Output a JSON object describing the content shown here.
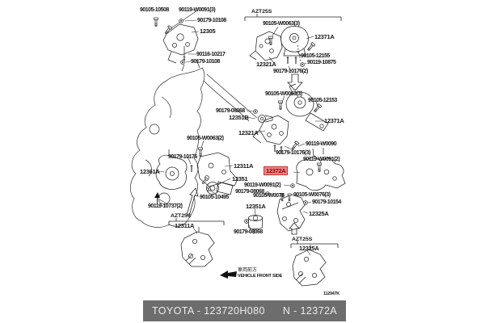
{
  "diagram": {
    "drawing_code": "112947K",
    "front_marker": {
      "jp": "車両前方",
      "en": "VEHICLE FRONT SIDE"
    },
    "highlight": {
      "text": "12372A",
      "bg": "#ef8585",
      "text_color": "#8e0000"
    },
    "labels": [
      {
        "text": "90105-10508",
        "kind": "fastener"
      },
      {
        "text": "90119-W0091(3)",
        "kind": "fastener"
      },
      {
        "text": "90179-10108",
        "kind": "fastener"
      },
      {
        "text": "12305",
        "kind": "part"
      },
      {
        "text": "90116-10217",
        "kind": "fastener"
      },
      {
        "text": "90179-10108",
        "kind": "fastener"
      },
      {
        "text": "AZT25S",
        "kind": "model-group"
      },
      {
        "text": "90105-W0063(3)",
        "kind": "fastener"
      },
      {
        "text": "12371A",
        "kind": "part"
      },
      {
        "text": "90105-12155",
        "kind": "fastener"
      },
      {
        "text": "90119-10875",
        "kind": "fastener"
      },
      {
        "text": "12321A",
        "kind": "part"
      },
      {
        "text": "90179-10176(2)",
        "kind": "fastener"
      },
      {
        "text": "90105-W0063(3)",
        "kind": "fastener"
      },
      {
        "text": "90105-12153",
        "kind": "fastener"
      },
      {
        "text": "12371A",
        "kind": "part"
      },
      {
        "text": "90179-08068",
        "kind": "fastener"
      },
      {
        "text": "12351B",
        "kind": "part"
      },
      {
        "text": "12321A",
        "kind": "part"
      },
      {
        "text": "90119-W0090",
        "kind": "fastener"
      },
      {
        "text": "90179-10176(3)",
        "kind": "fastener"
      },
      {
        "text": "90119-W0091(2)",
        "kind": "fastener"
      },
      {
        "text": "90105-W0063(2)",
        "kind": "fastener"
      },
      {
        "text": "90179-10176",
        "kind": "fastener"
      },
      {
        "text": "12361A",
        "kind": "part"
      },
      {
        "text": "12311A",
        "kind": "part"
      },
      {
        "text": "12351",
        "kind": "part"
      },
      {
        "text": "90119-W0091(2)",
        "kind": "fastener"
      },
      {
        "text": "90179-08068",
        "kind": "fastener"
      },
      {
        "text": "90105-10495",
        "kind": "fastener"
      },
      {
        "text": "90105-W0075",
        "kind": "fastener"
      },
      {
        "text": "90105-W0076(3)",
        "kind": "fastener"
      },
      {
        "text": "90179-10154",
        "kind": "fastener"
      },
      {
        "text": "12351A",
        "kind": "part"
      },
      {
        "text": "90119-10737(2)",
        "kind": "fastener"
      },
      {
        "text": "AZT25S",
        "kind": "model-group"
      },
      {
        "text": "12311A",
        "kind": "part"
      },
      {
        "text": "90179-08068",
        "kind": "fastener"
      },
      {
        "text": "12325A",
        "kind": "part"
      },
      {
        "text": "AZT25S",
        "kind": "model-group"
      },
      {
        "text": "12325A",
        "kind": "part"
      }
    ]
  },
  "footer": {
    "left": "TOYOTA - 123720H080",
    "right": "N - 12372A",
    "bg": "#6d6d6d"
  }
}
